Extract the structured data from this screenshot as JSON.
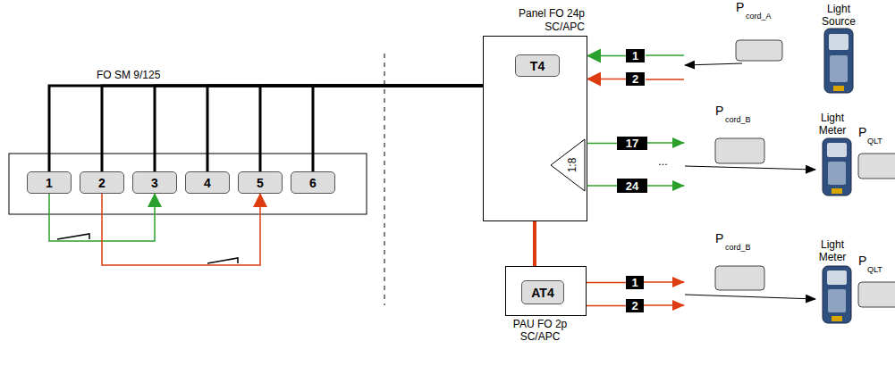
{
  "diagram": {
    "nodes": [
      {
        "text": [
          "1"
        ]
      },
      {
        "text": [
          "2"
        ]
      },
      {
        "text": [
          "3"
        ]
      },
      {
        "text": [
          "4"
        ]
      },
      {
        "text": [
          "5"
        ]
      },
      {
        "text": [
          "6"
        ]
      },
      {
        "text": [
          "Panel FO 24p SC/APC"
        ]
      },
      {
        "text": [
          "T4"
        ],
        "in": 6
      },
      {
        "text": [
          "1:8"
        ],
        "in": 6
      },
      {
        "text": [
          "1"
        ]
      },
      {
        "text": [
          "2"
        ]
      },
      {
        "text": [
          "17"
        ]
      },
      {
        "text": [
          "24"
        ]
      },
      {
        "text": [
          "PAU FO 2p SC/APC"
        ]
      },
      {
        "text": [
          "AT4"
        ],
        "in": 13
      },
      {
        "text": [
          "1"
        ]
      },
      {
        "text": [
          "2"
        ]
      }
    ],
    "edges": [
      {
        "from": 0,
        "to": 2,
        "arrow": "to"
      },
      {
        "from": 1,
        "to": 4,
        "arrow": "to"
      },
      {
        "from": 6,
        "to": 0,
        "arrow": "none"
      },
      {
        "from": 6,
        "to": 1,
        "arrow": "none"
      },
      {
        "from": 6,
        "to": 2,
        "arrow": "none"
      },
      {
        "from": 6,
        "to": 3,
        "arrow": "none"
      },
      {
        "from": 6,
        "to": 4,
        "arrow": "none"
      },
      {
        "from": 6,
        "to": 5,
        "arrow": "none"
      },
      {
        "from": 6,
        "to": 13,
        "arrow": "none"
      },
      {
        "from": 9,
        "to": 6,
        "arrow": "to"
      },
      {
        "from": 10,
        "to": 6,
        "arrow": "to"
      },
      {
        "from": 8,
        "to": 11,
        "arrow": "none"
      },
      {
        "from": 8,
        "to": 12,
        "arrow": "none"
      },
      {
        "from": 13,
        "to": 15,
        "arrow": "none"
      },
      {
        "from": 13,
        "to": 16,
        "arrow": "none"
      }
    ],
    "labels": [
      "FO SM 9/125",
      "P",
      "cord_A",
      "Light Source",
      "P",
      "cord_B",
      "Light Meter",
      "P",
      "QLT",
      "...",
      "P",
      "cord_B",
      "Light Meter",
      "P",
      "QLT"
    ]
  }
}
